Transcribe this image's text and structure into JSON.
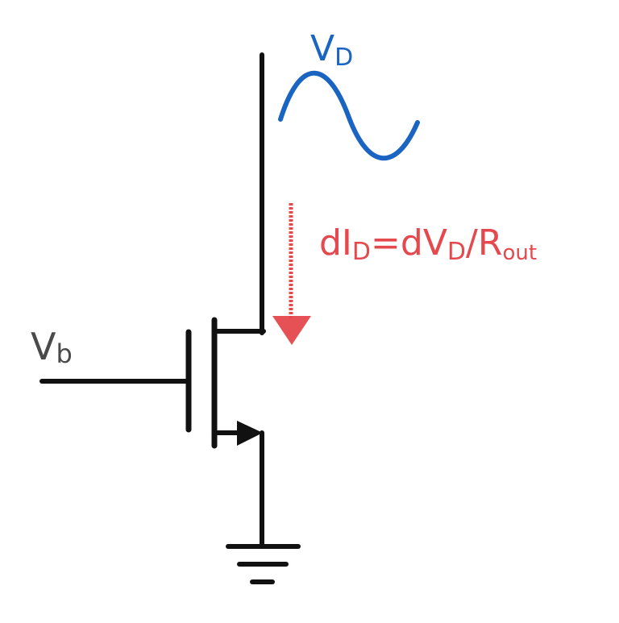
{
  "labels": {
    "drain_voltage": {
      "base": "V",
      "sub": "D"
    },
    "bias_voltage": {
      "base": "V",
      "sub": "b"
    },
    "current_relation": {
      "p1": "dI",
      "s1": "D",
      "p2": "=dV",
      "s2": "D",
      "p3": "/R",
      "s3": "out"
    }
  },
  "colors": {
    "wire": "#111111",
    "drain_voltage": "#1a64c2",
    "current_annotation": "#e5484d",
    "bias_label": "#4a4a4a"
  }
}
